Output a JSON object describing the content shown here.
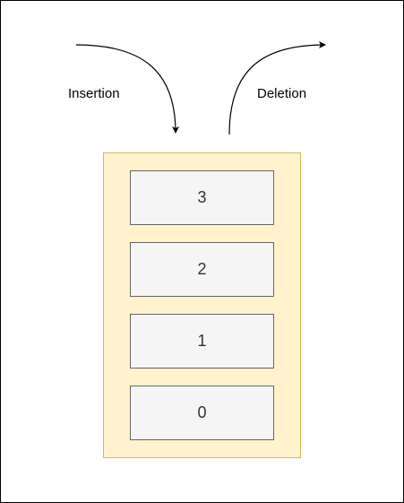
{
  "labels": {
    "insertion": "Insertion",
    "deletion": "Deletion"
  },
  "stack": {
    "items": [
      "3",
      "2",
      "1",
      "0"
    ]
  },
  "colors": {
    "stack_fill": "#fff2cc",
    "stack_border": "#d6b656",
    "slot_fill": "#f5f5f5",
    "slot_border": "#666666",
    "slot_text": "#333333",
    "arrow": "#000000"
  }
}
